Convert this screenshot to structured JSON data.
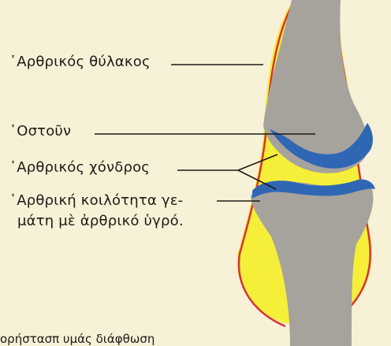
{
  "labels": {
    "capsule": "᾿Αρθρικός θύλακος",
    "bone": "᾿Οστοῦν",
    "cartilage": "᾿Αρθρικός χόνδρος",
    "cavity_line1": "᾿Αρθρική κοιλότητα γε-",
    "cavity_line2": "μάτη μὲ ἀρθρικό ὑγρό."
  },
  "caption": "ορήστασπ υμάς διάφθωση",
  "colors": {
    "background": "#f7f1d8",
    "bone": "#a6a39c",
    "capsule_fill": "#f6ef3a",
    "capsule_outline": "#d8323a",
    "cartilage": "#2f67b4",
    "leader_line": "#1d1a16"
  }
}
